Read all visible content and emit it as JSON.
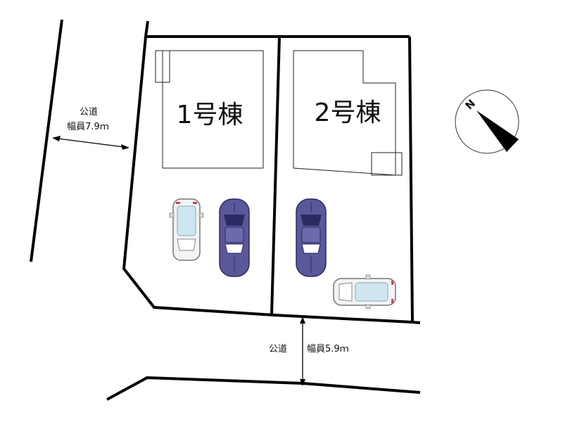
{
  "roads": {
    "west": {
      "name": "公道",
      "width_label": "幅員7.9ｍ"
    },
    "south": {
      "name": "公道",
      "width_label": "幅員5.9ｍ"
    }
  },
  "lots": [
    {
      "label": "1号棟"
    },
    {
      "label": "2号棟"
    }
  ],
  "compass": {
    "north_label": "N"
  },
  "colors": {
    "line": "#000000",
    "sedan": "#5a5898",
    "sedan_dark": "#2b2a62",
    "minicar_body": "#f1f3f5",
    "minicar_glass": "#cfe6f2",
    "light_gray": "#d8d8d8"
  }
}
